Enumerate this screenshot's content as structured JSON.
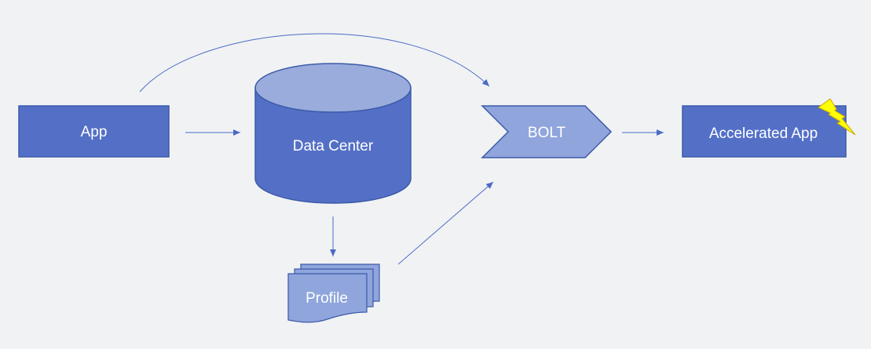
{
  "nodes": {
    "app": {
      "label": "App"
    },
    "data_center": {
      "label": "Data Center"
    },
    "profile": {
      "label": "Profile"
    },
    "bolt": {
      "label": "BOLT"
    },
    "accelerated_app": {
      "label": "Accelerated App",
      "badge_icon": "lightning-bolt-icon"
    }
  },
  "colors": {
    "background": "#f1f2f4",
    "primary_fill": "#5470c6",
    "light_fill": "#8fa5dc",
    "cylinder_top": "#99acdc",
    "stroke": "#3c5aa8",
    "connector": "#4a6bc4",
    "bolt_icon": "#ffff00"
  }
}
